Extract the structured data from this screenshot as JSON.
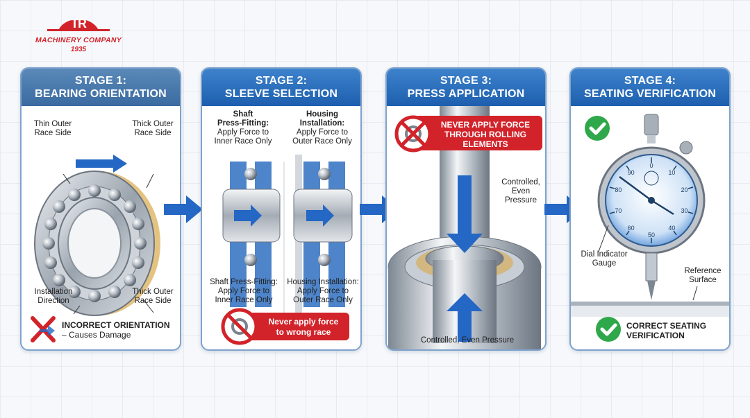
{
  "logo": {
    "monogram": "TR",
    "company": "MACHINERY COMPANY",
    "year": "1935"
  },
  "stages": [
    {
      "title_line1": "STAGE 1:",
      "title_line2": "BEARING ORIENTATION",
      "label_thin_outer": [
        "Thin Outer",
        "Race Side"
      ],
      "label_thick_outer_top": [
        "Thick Outer",
        "Race Side"
      ],
      "label_install_dir": [
        "Installation",
        "Direction"
      ],
      "label_thick_outer_bottom": [
        "Thick Outer",
        "Race Side"
      ],
      "warning_title": "INCORRECT ORIENTATION",
      "warning_sub": "– Causes Damage"
    },
    {
      "title_line1": "STAGE 2:",
      "title_line2": "SLEEVE SELECTION",
      "shaft_top": [
        "Shaft",
        "Press-Fitting:",
        "Apply Force to",
        "Inner Race Only"
      ],
      "housing_top": [
        "Housing",
        "Installation:",
        "Apply Force to",
        "Outer Race Only"
      ],
      "shaft_bottom": [
        "Shaft Press-Fitting:",
        "Apply Force to",
        "Inner Race Only"
      ],
      "housing_bottom": [
        "Housing Installation:",
        "Apply Force to",
        "Outer Race Only"
      ],
      "warning": [
        "Never apply force",
        "to wrong race"
      ]
    },
    {
      "title_line1": "STAGE 3:",
      "title_line2": "PRESS APPLICATION",
      "warning": [
        "NEVER APPLY FORCE",
        "THROUGH ROLLING",
        "ELEMENTS"
      ],
      "pressure_label": [
        "Controlled,",
        "Even",
        "Pressure"
      ],
      "bottom_label": "Controlled, Even Pressure"
    },
    {
      "title_line1": "STAGE 4:",
      "title_line2": "SEATING VERIFICATION",
      "dial_ticks": [
        "0",
        "10",
        "20",
        "30",
        "40",
        "50",
        "60",
        "70",
        "80",
        "90"
      ],
      "gauge_label": [
        "Dial Indicator",
        "Gauge"
      ],
      "reference_label": [
        "Reference",
        "Surface"
      ],
      "result": [
        "CORRECT SEATING",
        "VERIFICATION"
      ]
    }
  ],
  "colors": {
    "header_blue": "#1d5fae",
    "warning_red": "#d2232a",
    "ok_green": "#2ea84a",
    "arrow_blue": "#2467c4"
  }
}
